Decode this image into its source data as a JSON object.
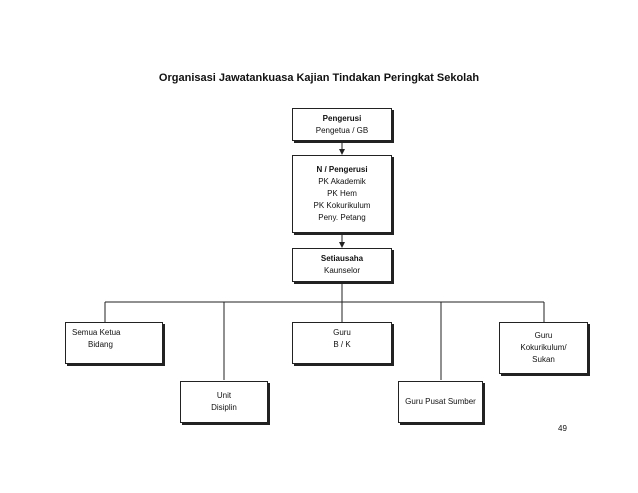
{
  "title": "Organisasi Jawatankuasa Kajian Tindakan Peringkat Sekolah",
  "nodes": {
    "pengerusi": [
      "Pengerusi",
      "Pengetua / GB"
    ],
    "n_pengerusi": [
      "N / Pengerusi",
      "PK Akademik",
      "PK Hem",
      "PK Kokurikulum",
      "Peny. Petang"
    ],
    "setiausaha": [
      "Setiausaha",
      "Kaunselor"
    ],
    "semua_ketua": [
      "Semua Ketua",
      "Bidang"
    ],
    "unit_disiplin": [
      "Unit",
      "Disiplin"
    ],
    "guru_bk": [
      "Guru",
      "B / K"
    ],
    "guru_pusat_sumber": [
      "Guru Pusat Sumber"
    ],
    "guru_kokurikulum": [
      "Guru",
      "Kokurikulum/",
      "Sukan"
    ]
  },
  "page_number": "49"
}
